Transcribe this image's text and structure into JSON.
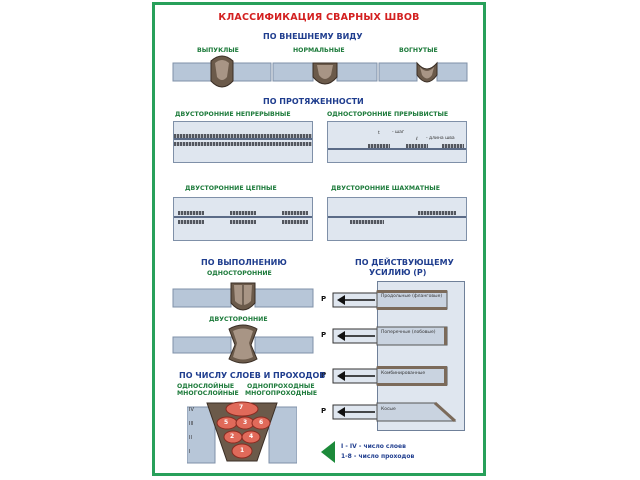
{
  "title": "КЛАССИФИКАЦИЯ СВАРНЫХ ШВОВ",
  "section_appearance": {
    "heading": "ПО ВНЕШНЕМУ ВИДУ",
    "types": [
      "ВЫПУКЛЫЕ",
      "НОРМАЛЬНЫЕ",
      "ВОГНУТЫЕ"
    ]
  },
  "section_length": {
    "heading": "ПО ПРОТЯЖЕННОСТИ",
    "types": [
      "ДВУСТОРОННИЕ НЕПРЕРЫВНЫЕ",
      "ОДНОСТОРОННИЕ ПРЕРЫВИСТЫЕ",
      "ДВУСТОРОННИЕ ЦЕПНЫЕ",
      "ДВУСТОРОННИЕ ШАХМАТНЫЕ"
    ],
    "annotations": {
      "t_label": "t",
      "t_desc": "- шаг",
      "l_label": "ℓ",
      "l_desc": "- длина шва"
    }
  },
  "section_execution": {
    "heading": "ПО ВЫПОЛНЕНИЮ",
    "types": [
      "ОДНОСТОРОННИЕ",
      "ДВУСТОРОННИЕ"
    ]
  },
  "section_force": {
    "heading_line1": "ПО ДЕЙСТВУЮЩЕМУ",
    "heading_line2": "УСИЛИЮ (P)",
    "p_label": "P",
    "types": [
      "Продольные (фланговые)",
      "Поперечные (лобовые)",
      "Комбинированные",
      "Косые"
    ]
  },
  "section_layers": {
    "heading": "ПО ЧИСЛУ СЛОЕВ И ПРОХОДОВ",
    "col1_line1": "ОДНОСЛОЙНЫЕ",
    "col1_line2": "МНОГОСЛОЙНЫЕ",
    "col2_line1": "ОДНОПРОХОДНЫЕ",
    "col2_line2": "МНОГОПРОХОДНЫЕ",
    "roman": [
      "IV",
      "III",
      "II",
      "I"
    ],
    "passes": [
      "7",
      "5",
      "6",
      "2",
      "3",
      "4",
      "1"
    ]
  },
  "legend": {
    "line1": "I - IV - число слоев",
    "line2": "1-8 - число проходов"
  },
  "colors": {
    "border": "#27a05a",
    "title": "#d32020",
    "heading": "#1f3d8e",
    "label": "#1c7a3a",
    "plate": "#b7c6d8"
  }
}
